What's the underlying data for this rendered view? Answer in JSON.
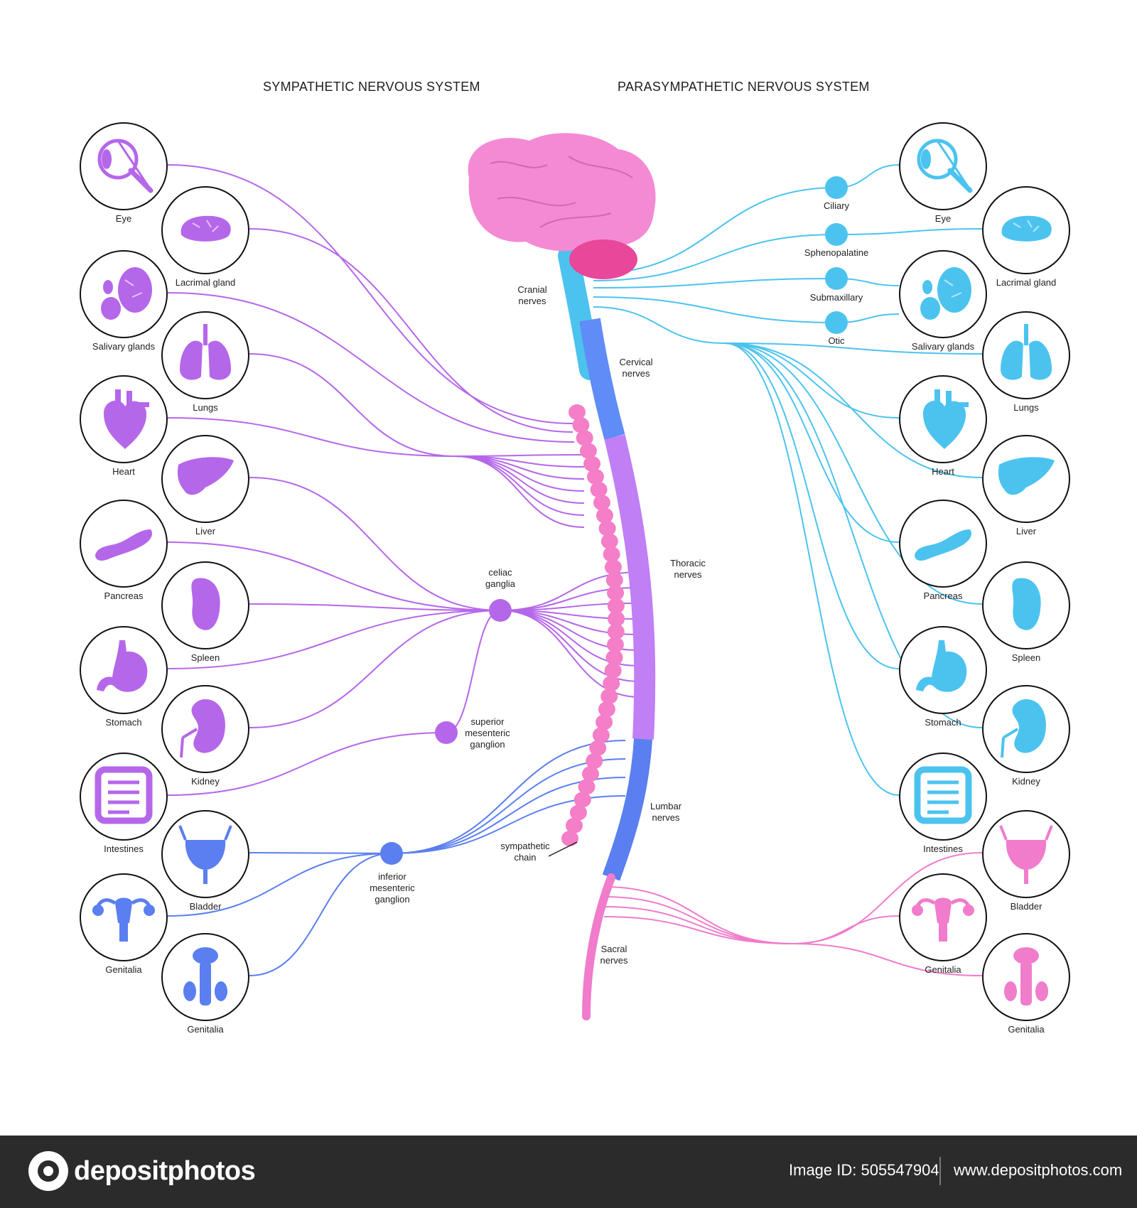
{
  "headings": {
    "sympathetic": "SYMPATHETIC NERVOUS SYSTEM",
    "parasympathetic": "PARASYMPATHETIC NERVOUS SYSTEM"
  },
  "colors": {
    "sympathetic": "#b567ea",
    "lower_sympathetic": "#5b7ff0",
    "parasympathetic": "#4cc3ef",
    "sacral": "#f07ccb",
    "brain": "#f48ad4",
    "cerebellum": "#e8479a"
  },
  "left_organs": [
    {
      "name": "Eye",
      "icon": "eye-icon"
    },
    {
      "name": "Lacrimal gland",
      "icon": "lacrimal-gland-icon"
    },
    {
      "name": "Salivary glands",
      "icon": "salivary-glands-icon"
    },
    {
      "name": "Lungs",
      "icon": "lungs-icon"
    },
    {
      "name": "Heart",
      "icon": "heart-icon"
    },
    {
      "name": "Liver",
      "icon": "liver-icon"
    },
    {
      "name": "Pancreas",
      "icon": "pancreas-icon"
    },
    {
      "name": "Spleen",
      "icon": "spleen-icon"
    },
    {
      "name": "Stomach",
      "icon": "stomach-icon"
    },
    {
      "name": "Kidney",
      "icon": "kidney-icon"
    },
    {
      "name": "Intestines",
      "icon": "intestines-icon"
    },
    {
      "name": "Bladder",
      "icon": "bladder-icon"
    },
    {
      "name": "Genitalia",
      "icon": "female-genitalia-icon"
    },
    {
      "name": "Genitalia",
      "icon": "male-genitalia-icon"
    }
  ],
  "right_organs": [
    {
      "name": "Eye",
      "icon": "eye-icon"
    },
    {
      "name": "Lacrimal gland",
      "icon": "lacrimal-gland-icon"
    },
    {
      "name": "Salivary glands",
      "icon": "salivary-glands-icon"
    },
    {
      "name": "Lungs",
      "icon": "lungs-icon"
    },
    {
      "name": "Heart",
      "icon": "heart-icon"
    },
    {
      "name": "Liver",
      "icon": "liver-icon"
    },
    {
      "name": "Pancreas",
      "icon": "pancreas-icon"
    },
    {
      "name": "Spleen",
      "icon": "spleen-icon"
    },
    {
      "name": "Stomach",
      "icon": "stomach-icon"
    },
    {
      "name": "Kidney",
      "icon": "kidney-icon"
    },
    {
      "name": "Intestines",
      "icon": "intestines-icon"
    },
    {
      "name": "Bladder",
      "icon": "bladder-icon"
    },
    {
      "name": "Genitalia",
      "icon": "female-genitalia-icon"
    },
    {
      "name": "Genitalia",
      "icon": "male-genitalia-icon"
    }
  ],
  "ganglia": {
    "ciliary": "Ciliary",
    "sphenopalatine": "Sphenopalatine",
    "submaxillary": "Submaxillary",
    "otic": "Otic",
    "celiac": [
      "celiac",
      "ganglia"
    ],
    "superior_mesenteric": [
      "superior",
      "mesenteric",
      "ganglion"
    ],
    "inferior_mesenteric": [
      "inferior",
      "mesenteric",
      "ganglion"
    ]
  },
  "spine_labels": {
    "cranial": [
      "Cranial",
      "nerves"
    ],
    "cervical": [
      "Cervical",
      "nerves"
    ],
    "thoracic": [
      "Thoracic",
      "nerves"
    ],
    "lumbar": [
      "Lumbar",
      "nerves"
    ],
    "sacral": [
      "Sacral",
      "nerves"
    ],
    "sympathetic_chain": [
      "sympathetic",
      "chain"
    ]
  },
  "footer": {
    "brand": "depositphotos",
    "image_id": "Image ID: 505547904",
    "site": "www.depositphotos.com"
  }
}
